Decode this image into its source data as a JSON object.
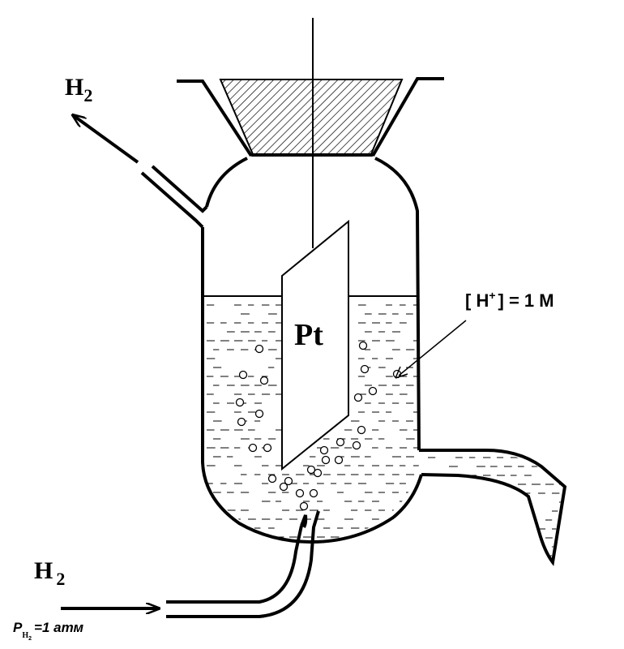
{
  "labels": {
    "h2_out": "H",
    "h2_out_sub": "2",
    "h2_in": "H",
    "h2_in_sub": "2",
    "electrode": "Pt",
    "concentration_open": "[ H",
    "concentration_sup": "+",
    "concentration_close": "] = 1 M",
    "pressure_p": "P",
    "pressure_sub": "H",
    "pressure_sub2": "2",
    "pressure_value": "=1 атм"
  },
  "colors": {
    "line": "#000000",
    "background": "#ffffff"
  },
  "icons": {
    "bubble": "circle-outline",
    "liquid": "dash-hatching",
    "stopper": "diagonal-hatching"
  }
}
